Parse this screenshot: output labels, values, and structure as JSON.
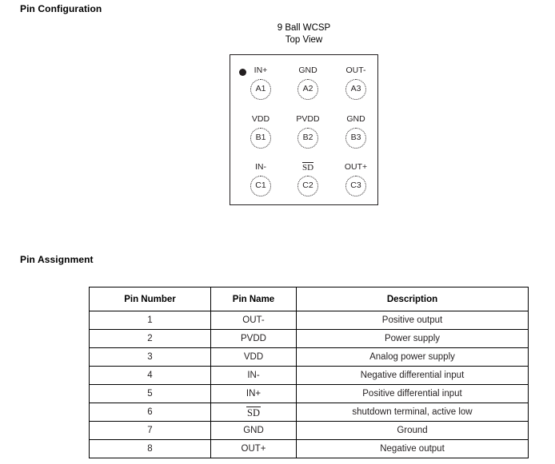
{
  "sections": {
    "pin_configuration_heading": "Pin Configuration",
    "pin_assignment_heading": "Pin Assignment"
  },
  "package_diagram": {
    "title_line1": "9 Ball WCSP",
    "title_line2": "Top View",
    "pin1_marker": "filled-dot",
    "balls": [
      {
        "label": "IN+",
        "designator": "A1",
        "overline": false
      },
      {
        "label": "GND",
        "designator": "A2",
        "overline": false
      },
      {
        "label": "OUT-",
        "designator": "A3",
        "overline": false
      },
      {
        "label": "VDD",
        "designator": "B1",
        "overline": false
      },
      {
        "label": "PVDD",
        "designator": "B2",
        "overline": false
      },
      {
        "label": "GND",
        "designator": "B3",
        "overline": false
      },
      {
        "label": "IN-",
        "designator": "C1",
        "overline": false
      },
      {
        "label": "SD",
        "designator": "C2",
        "overline": true
      },
      {
        "label": "OUT+",
        "designator": "C3",
        "overline": false
      }
    ]
  },
  "pin_assignment_table": {
    "headers": {
      "pin_number": "Pin Number",
      "pin_name": "Pin Name",
      "description": "Description"
    },
    "rows": [
      {
        "number": "1",
        "name": "OUT-",
        "overline": false,
        "description": "Positive output"
      },
      {
        "number": "2",
        "name": "PVDD",
        "overline": false,
        "description": "Power supply"
      },
      {
        "number": "3",
        "name": "VDD",
        "overline": false,
        "description": "Analog power supply"
      },
      {
        "number": "4",
        "name": "IN-",
        "overline": false,
        "description": "Negative differential input"
      },
      {
        "number": "5",
        "name": "IN+",
        "overline": false,
        "description": "Positive differential input"
      },
      {
        "number": "6",
        "name": "SD",
        "overline": true,
        "description": "shutdown terminal, active low"
      },
      {
        "number": "7",
        "name": "GND",
        "overline": false,
        "description": "Ground"
      },
      {
        "number": "8",
        "name": "OUT+",
        "overline": false,
        "description": "Negative output"
      }
    ]
  },
  "colors": {
    "text": "#231f20",
    "heading": "#000000",
    "rule": "#000000",
    "background": "#ffffff"
  }
}
